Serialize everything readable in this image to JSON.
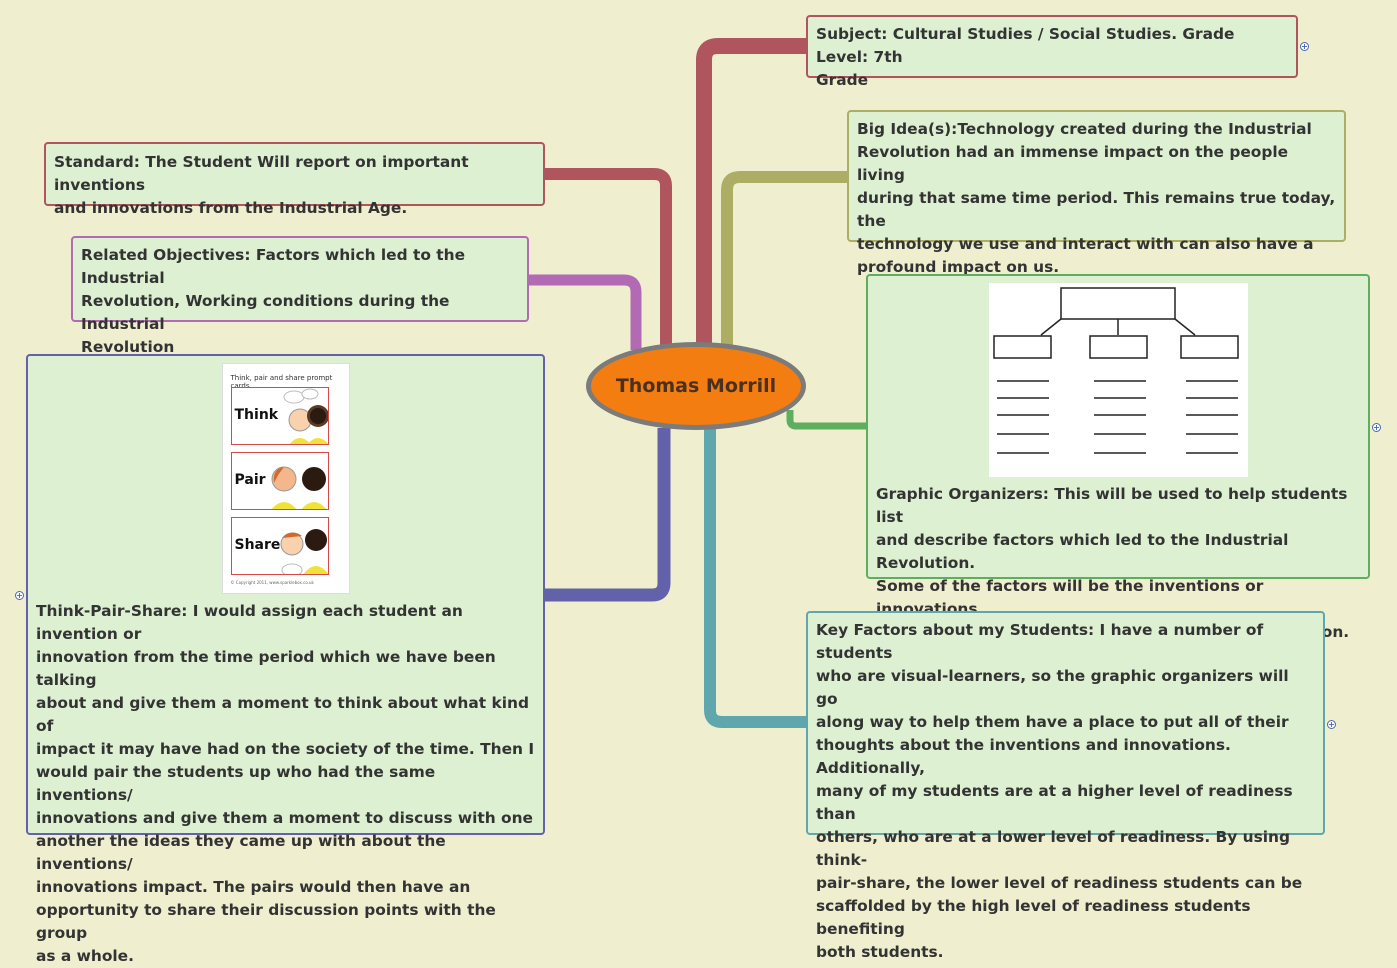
{
  "central": {
    "title": "Thomas Morrill"
  },
  "nodes": {
    "subject": "Subject: Cultural Studies / Social Studies. Grade Level: 7th\nGrade",
    "big_idea": "Big Idea(s):Technology created during the Industrial\nRevolution had an immense impact on the people living\nduring that same time period. This remains true today, the\ntechnology we use and interact with can also have a\nprofound impact on us.",
    "standard": "Standard: The Student Will report on important inventions\nand innovations from the Industrial Age.",
    "objectives": "Related Objectives: Factors which led to the Industrial\nRevolution, Working conditions during the Industrial\nRevolution",
    "think_pair_share": "Think-Pair-Share: I would assign each student an invention or\ninnovation from the time period which we have been talking\nabout and give them a moment to think about what kind of\nimpact it may have had on the society of the time. Then I\nwould pair the students up who had the same inventions/\ninnovations and give them a moment to discuss with one\nanother the ideas they came up with about the inventions/\ninnovations impact. The pairs would then have an\nopportunity to share their discussion points with the group\nas a whole.",
    "graphic_organizers": "Graphic Organizers: This will be used to help students list\nand describe factors which led to the Industrial Revolution.\nSome of the factors will be the inventions or innovations\nwhich led to changes during the Industrial Revolution.",
    "key_factors": "Key Factors about my Students: I have a number of students\nwho are visual-learners, so the graphic organizers will go\nalong way to help them have a place to put all of their\nthoughts about the inventions and innovations. Additionally,\nmany of my students are at a higher level of readiness than\nothers, who are at a lower level of readiness. By using think-\npair-share, the lower level of readiness students can be\nscaffolded by the high level of readiness students benefiting\nboth students."
  },
  "tps_picture": {
    "caption": "Think, pair and share prompt cards",
    "cards": [
      "Think",
      "Pair",
      "Share"
    ],
    "copyright": "© Copyright 2011, www.sparklebox.co.uk"
  },
  "colors": {
    "background": "#efefcf",
    "central_fill": "#f37d10",
    "central_border": "#7b7b7b",
    "branch_subject": "#b0545d",
    "branch_big_idea": "#adad65",
    "branch_standard": "#b0545d",
    "branch_objectives": "#b36ab5",
    "branch_think_pair_share": "#6262ab",
    "branch_graphic_organizers": "#5fae5f",
    "branch_key_factors": "#5fa7ad"
  },
  "icons": {
    "expander": "plus-circle-icon"
  }
}
